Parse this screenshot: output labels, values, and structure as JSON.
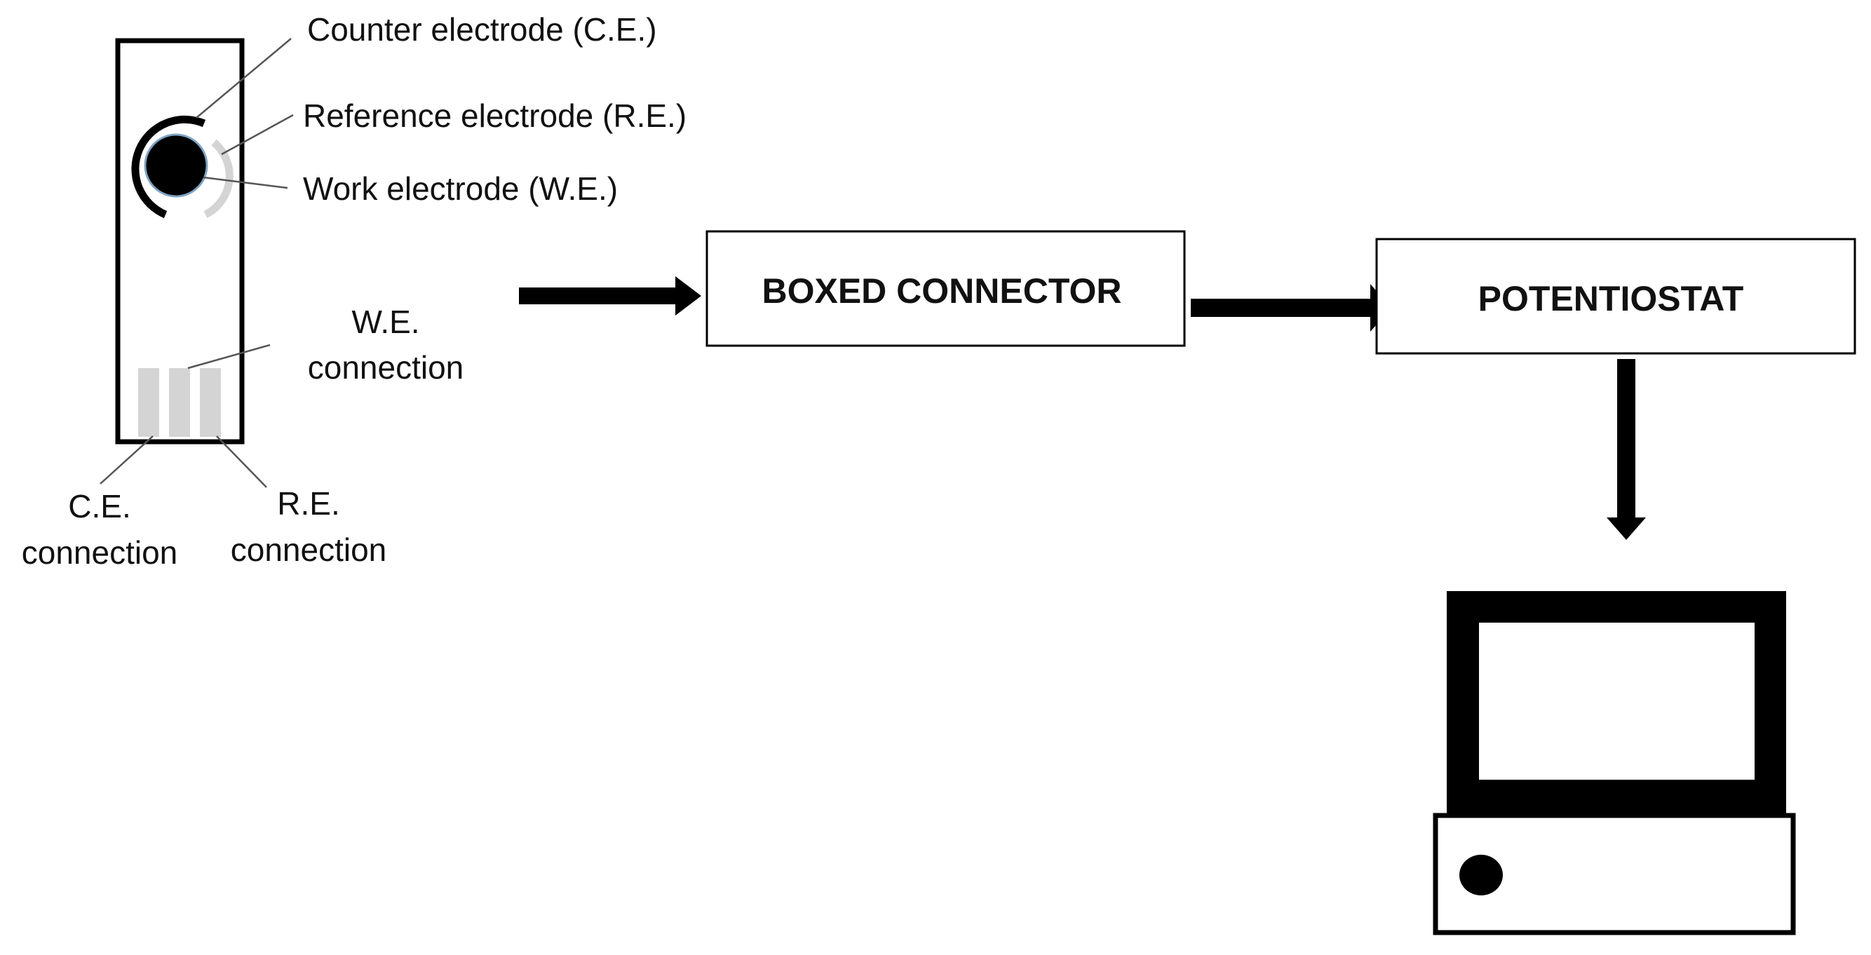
{
  "electrode": {
    "counter_label": "Counter electrode (C.E.)",
    "reference_label": "Reference electrode (R.E.)",
    "work_label": "Work electrode (W.E.)",
    "we_connection_line1": "W.E.",
    "we_connection_line2": "connection",
    "ce_connection_line1": "C.E.",
    "ce_connection_line2": "connection",
    "re_connection_line1": "R.E.",
    "re_connection_line2": "connection"
  },
  "blocks": {
    "connector_label": "BOXED CONNECTOR",
    "potentiostat_label": "POTENTIOSTAT"
  },
  "colors": {
    "ink": "#000000",
    "contact_gray": "#d4d4d4",
    "leader_gray": "#555555",
    "we_outline": "#7fa3c4"
  },
  "icons": {
    "computer": "computer-icon"
  }
}
